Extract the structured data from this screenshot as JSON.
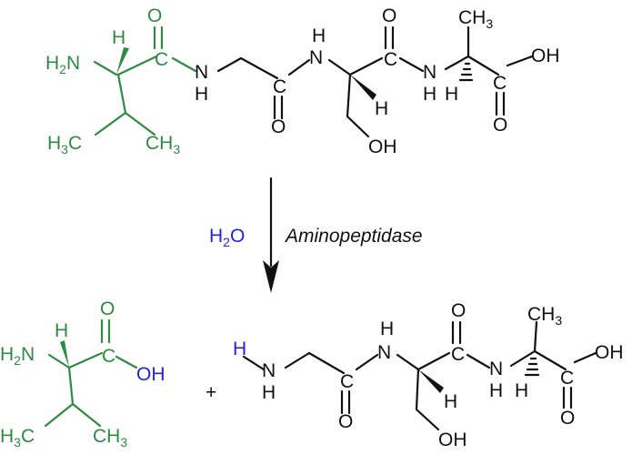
{
  "colors": {
    "residue": "#2f8a43",
    "backbone": "#111111",
    "water": "#2323d8"
  },
  "reaction": {
    "reagent": {
      "main": "H",
      "sub": "2",
      "tail": "O"
    },
    "enzyme": "Aminopeptidase",
    "plus": "+"
  },
  "atoms": {
    "H": "H",
    "N": "N",
    "O": "O",
    "C": "C",
    "OH": "OH",
    "H2N_main": "H",
    "H2N_sub": "2",
    "H2N_tail": "N",
    "H3C_main": "H",
    "H3C_sub": "3",
    "H3C_tail": "C",
    "CH3_main": "CH",
    "CH3_sub": "3"
  }
}
